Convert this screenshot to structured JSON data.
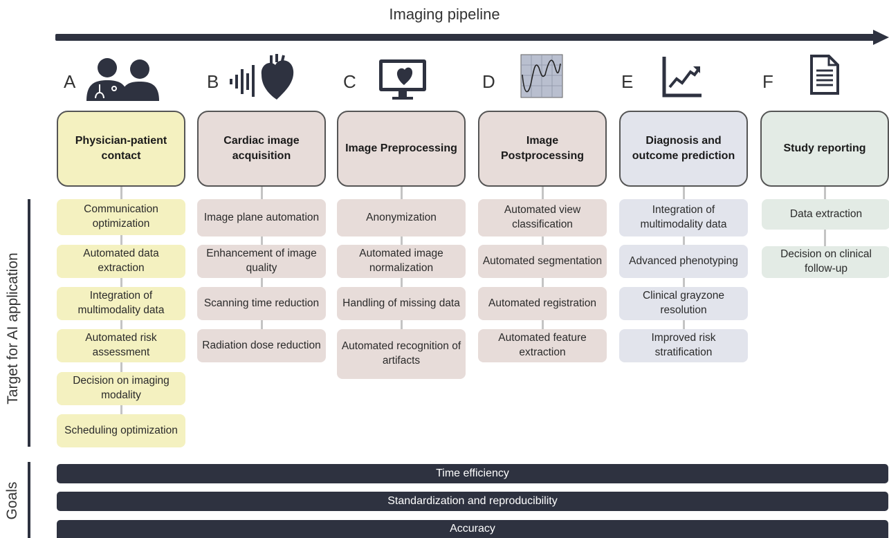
{
  "title": "Imaging pipeline",
  "side_labels": {
    "target": "Target for AI application",
    "goals": "Goals"
  },
  "stages": [
    {
      "letter": "A",
      "title": "Physician-patient contact",
      "items": [
        "Communication optimization",
        "Automated data extraction",
        "Integration of multimodality data",
        "Automated risk assessment",
        "Decision on imaging modality",
        "Scheduling optimization"
      ]
    },
    {
      "letter": "B",
      "title": "Cardiac image acquisition",
      "items": [
        "Image plane automation",
        "Enhancement of image quality",
        "Scanning time reduction",
        "Radiation dose reduction"
      ]
    },
    {
      "letter": "C",
      "title": "Image Preprocessing",
      "items": [
        "Anonymization",
        "Automated image normalization",
        "Handling of missing data",
        "Automated recognition of artifacts"
      ]
    },
    {
      "letter": "D",
      "title": "Image Postprocessing",
      "items": [
        "Automated view classification",
        "Automated segmentation",
        "Automated registration",
        "Automated feature extraction"
      ]
    },
    {
      "letter": "E",
      "title": "Diagnosis and outcome prediction",
      "items": [
        "Integration of multimodality data",
        "Advanced phenotyping",
        "Clinical grayzone resolution",
        "Improved risk stratification"
      ]
    },
    {
      "letter": "F",
      "title": "Study reporting",
      "items": [
        "Data extraction",
        "Decision on clinical follow-up"
      ]
    }
  ],
  "goals": [
    "Time efficiency",
    "Standardization and reproducibility",
    "Accuracy"
  ],
  "colors": {
    "A": "#f4f1c0",
    "B": "#e7dcd9",
    "C": "#e7dcd9",
    "D": "#e7dcd9",
    "E": "#e2e4ec",
    "F": "#e3ebe5",
    "dark": "#2e3240"
  }
}
